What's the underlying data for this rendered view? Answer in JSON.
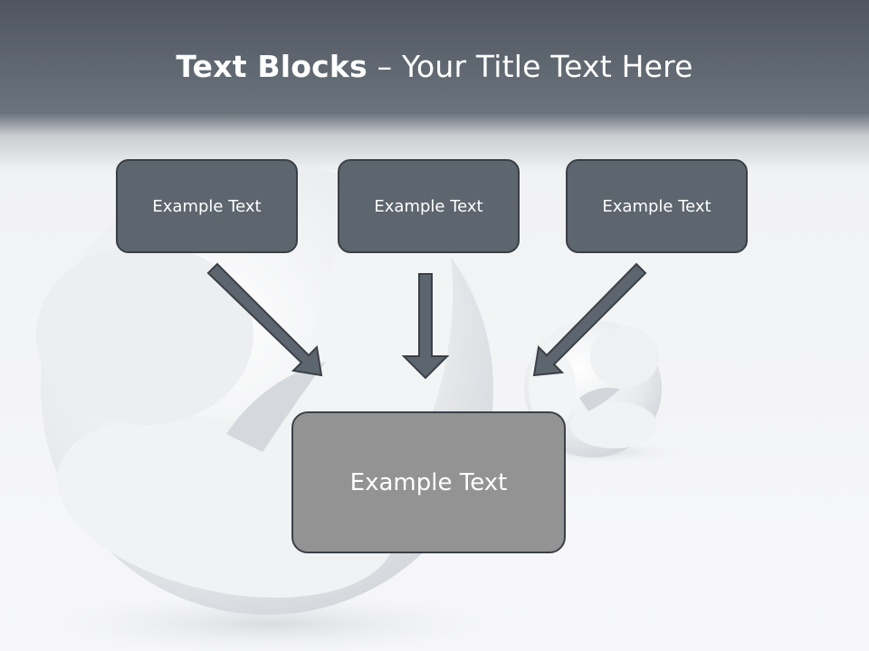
{
  "title": {
    "bold": "Text Blocks",
    "separator": " – ",
    "rest": "Your Title Text Here"
  },
  "boxes": {
    "left": "Example Text",
    "center": "Example Text",
    "right": "Example Text",
    "bottom": "Example Text"
  },
  "colors": {
    "header": "#5e666f",
    "box_fill": "#5d656e",
    "box_border": "#3b4047",
    "bottom_box_fill": "#939393",
    "arrow_fill": "#5d656e"
  }
}
